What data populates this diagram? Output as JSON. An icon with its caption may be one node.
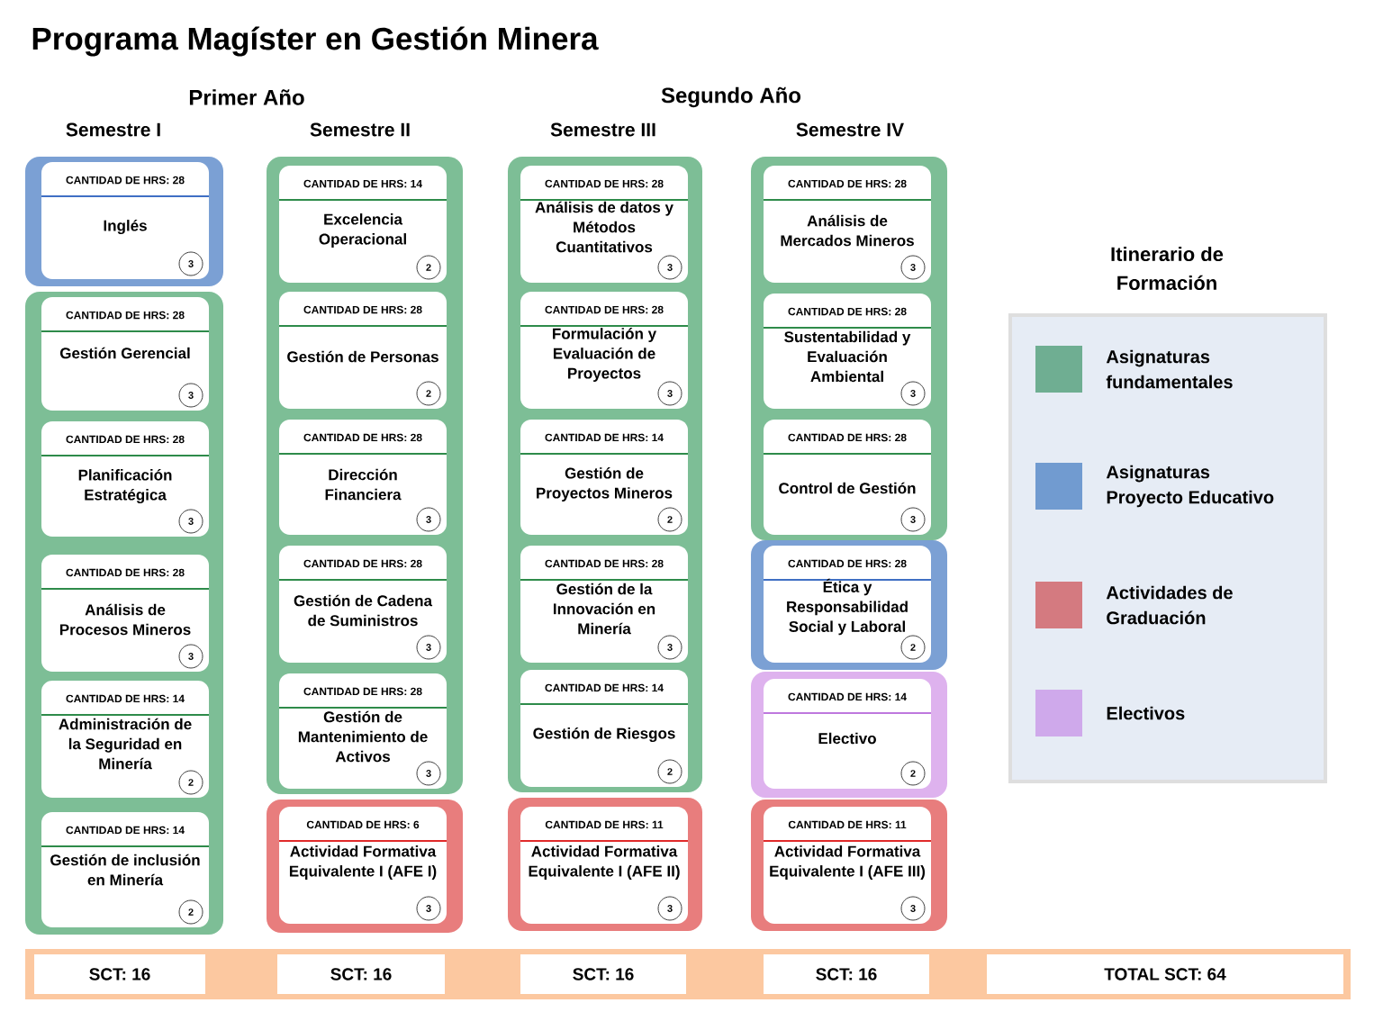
{
  "diagram": {
    "title": "Programa Magíster en Gestión Minera",
    "nodes": [
      {
        "text": [],
        "shape": "box"
      },
      {
        "text": [
          "CANTIDAD DE HRS: 28",
          "Inglés"
        ],
        "in": 0
      },
      {
        "text": [
          "3"
        ],
        "in": 1
      },
      {
        "text": [],
        "shape": "box"
      },
      {
        "text": [
          "CANTIDAD DE HRS: 28",
          "Gestión Gerencial"
        ],
        "in": 3
      },
      {
        "text": [
          "3"
        ],
        "in": 4
      },
      {
        "text": [
          "CANTIDAD DE HRS: 28",
          "Planificación Estratégica"
        ],
        "in": 3
      },
      {
        "text": [
          "3"
        ],
        "in": 6
      },
      {
        "text": [
          "CANTIDAD DE HRS: 28",
          "Análisis de Procesos Mineros"
        ],
        "in": 3
      },
      {
        "text": [
          "3"
        ],
        "in": 8
      },
      {
        "text": [
          "CANTIDAD DE HRS: 14",
          "Administración de la Seguridad en Minería"
        ],
        "in": 3
      },
      {
        "text": [
          "2"
        ],
        "in": 10
      },
      {
        "text": [
          "CANTIDAD DE HRS: 14",
          "Gestión de inclusión en Minería"
        ],
        "in": 3
      },
      {
        "text": [
          "2"
        ],
        "in": 12
      },
      {
        "text": [],
        "shape": "box"
      },
      {
        "text": [
          "CANTIDAD DE HRS: 14",
          "Excelencia Operacional"
        ],
        "in": 14
      },
      {
        "text": [
          "2"
        ],
        "in": 15
      },
      {
        "text": [
          "CANTIDAD DE HRS: 28",
          "Gestión de Personas"
        ],
        "in": 14
      },
      {
        "text": [
          "2"
        ],
        "in": 17
      },
      {
        "text": [
          "CANTIDAD DE HRS: 28",
          "Dirección Financiera"
        ],
        "in": 14
      },
      {
        "text": [
          "3"
        ],
        "in": 19
      },
      {
        "text": [
          "CANTIDAD DE HRS: 28",
          "Gestión de Cadena de Suministros"
        ],
        "in": 14
      },
      {
        "text": [
          "3"
        ],
        "in": 21
      },
      {
        "text": [
          "CANTIDAD DE HRS: 28",
          "Gestión de Mantenimiento de Activos"
        ],
        "in": 14
      },
      {
        "text": [
          "3"
        ],
        "in": 23
      },
      {
        "text": [],
        "shape": "box"
      },
      {
        "text": [
          "CANTIDAD DE HRS: 6",
          "Actividad Formativa Equivalente I (AFE I)"
        ],
        "in": 25
      },
      {
        "text": [
          "3"
        ],
        "in": 26
      },
      {
        "text": [],
        "shape": "box"
      },
      {
        "text": [
          "CANTIDAD DE HRS: 28",
          "Análisis de datos y Métodos Cuantitativos"
        ],
        "in": 28
      },
      {
        "text": [
          "3"
        ],
        "in": 29
      },
      {
        "text": [
          "CANTIDAD DE HRS: 28",
          "Formulación y Evaluación de Proyectos"
        ],
        "in": 28
      },
      {
        "text": [
          "3"
        ],
        "in": 31
      },
      {
        "text": [
          "CANTIDAD DE HRS: 14",
          "Gestión de Proyectos Mineros"
        ],
        "in": 28
      },
      {
        "text": [
          "2"
        ],
        "in": 33
      },
      {
        "text": [
          "CANTIDAD DE HRS: 28",
          "Gestión de la Innovación en Minería"
        ],
        "in": 28
      },
      {
        "text": [
          "3"
        ],
        "in": 35
      },
      {
        "text": [
          "CANTIDAD DE HRS: 14",
          "Gestión de Riesgos"
        ],
        "in": 28
      },
      {
        "text": [
          "2"
        ],
        "in": 37
      },
      {
        "text": [],
        "shape": "box"
      },
      {
        "text": [
          "CANTIDAD DE HRS: 11",
          "Actividad Formativa Equivalente I (AFE II)"
        ],
        "in": 39
      },
      {
        "text": [
          "3"
        ],
        "in": 40
      },
      {
        "text": [],
        "shape": "box"
      },
      {
        "text": [
          "CANTIDAD DE HRS: 28",
          "Análisis de Mercados Mineros"
        ],
        "in": 42
      },
      {
        "text": [
          "3"
        ],
        "in": 43
      },
      {
        "text": [
          "CANTIDAD DE HRS: 28",
          "Sustentabilidad y Evaluación Ambiental"
        ],
        "in": 42
      },
      {
        "text": [
          "3"
        ],
        "in": 45
      },
      {
        "text": [
          "CANTIDAD DE HRS: 28",
          "Control de Gestión"
        ],
        "in": 42
      },
      {
        "text": [
          "3"
        ],
        "in": 47
      },
      {
        "text": [],
        "shape": "box"
      },
      {
        "text": [
          "CANTIDAD DE HRS: 28",
          "Ética y Responsabilidad Social y Laboral"
        ],
        "in": 49
      },
      {
        "text": [
          "2"
        ],
        "in": 50
      },
      {
        "text": [],
        "shape": "box"
      },
      {
        "text": [
          "CANTIDAD DE HRS: 14",
          "Electivo"
        ],
        "in": 52
      },
      {
        "text": [
          "2"
        ],
        "in": 53
      },
      {
        "text": [],
        "shape": "box"
      },
      {
        "text": [
          "CANTIDAD DE HRS: 11",
          "Actividad Formativa Equivalente I (AFE III)"
        ],
        "in": 55
      },
      {
        "text": [
          "3"
        ],
        "in": 56
      },
      {
        "text": [],
        "shape": "bar"
      },
      {
        "text": [
          "SCT: 16"
        ],
        "in": 58
      },
      {
        "text": [
          "SCT: 16"
        ],
        "in": 58
      },
      {
        "text": [
          "SCT: 16"
        ],
        "in": 58
      },
      {
        "text": [
          "SCT: 16"
        ],
        "in": 58
      },
      {
        "text": [
          "TOTAL SCT: 64"
        ],
        "in": 58
      }
    ],
    "labels": [
      "Primer Año",
      "Segundo Año",
      "Semestre I",
      "Semestre II",
      "Semestre III",
      "Semestre IV",
      "Itinerario de Formación"
    ],
    "legend": [
      {
        "text": "Asignaturas fundamentales",
        "color": "#6fae92"
      },
      {
        "text": "Asignaturas Proyecto Educativo",
        "color": "#719bd0"
      },
      {
        "text": "Actividades de Graduación",
        "color": "#d47a80"
      },
      {
        "text": "Electivos",
        "color": "#cfa9eb"
      }
    ]
  }
}
